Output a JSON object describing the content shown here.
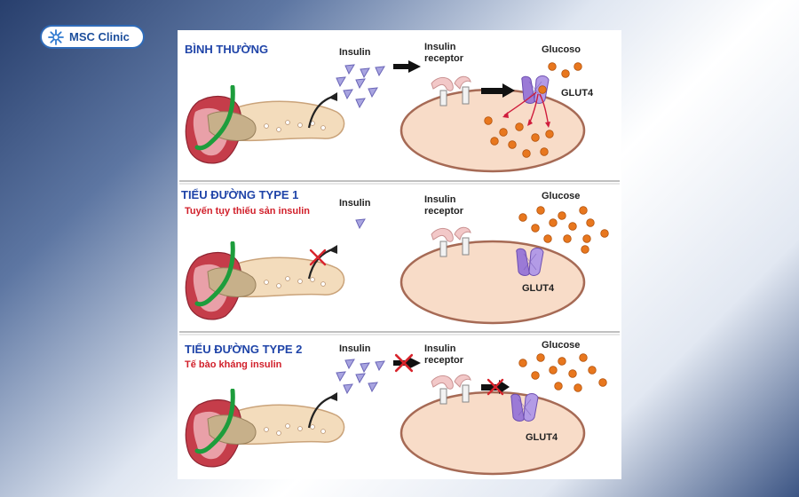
{
  "logo": {
    "text": "MSC Clinic",
    "icon": "msc-snowflake-logo-icon"
  },
  "labels": {
    "insulin": "Insulin",
    "receptor_line1": "Insulin",
    "receptor_line2": "receptor",
    "glut4": "GLUT4"
  },
  "rows": [
    {
      "title": "BÌNH THƯỜNG",
      "subtitle": "",
      "glucose": "Glucoso"
    },
    {
      "title": "TIỂU ĐƯỜNG TYPE 1",
      "subtitle": "Tuyến tụy thiếu sản insulin",
      "glucose": "Glucose"
    },
    {
      "title": "TIỂU ĐƯỜNG TYPE 2",
      "subtitle": "Tế bào kháng insulin",
      "glucose": "Glucose"
    }
  ],
  "colors": {
    "heading_blue": "#1f44a8",
    "subtitle_red": "#d11f2a",
    "cell_fill": "#f8dcc8",
    "cell_border": "#a66a55",
    "glucose_orange": "#e8771e",
    "glut4_purple": "#9b7ad6",
    "insulin_lavender": "#a8a4e0"
  }
}
